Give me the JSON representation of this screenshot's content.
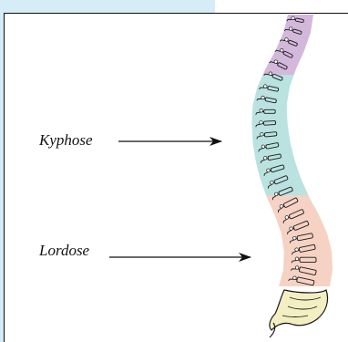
{
  "labels": {
    "kyphose": "Kyphose",
    "lordose": "Lordose"
  },
  "colors": {
    "background_band": "#d6ecf7",
    "cervical": "#d4b8dc",
    "thoracic": "#b9e2e0",
    "lumbar": "#f5d2c4",
    "sacrum": "#f3efc2",
    "outline": "#1a1a1a",
    "text": "#111111"
  },
  "icons": {
    "spine": "spine-illustration",
    "arrow": "right-arrow"
  }
}
